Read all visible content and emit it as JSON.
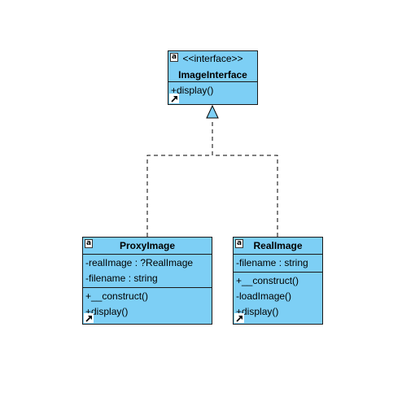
{
  "diagram": {
    "classes": {
      "interface": {
        "stereotype": "<<interface>>",
        "name": "ImageInterface",
        "attributes": [],
        "methods": [
          "+display()"
        ]
      },
      "proxy": {
        "name": "ProxyImage",
        "attributes": [
          "-realImage : ?RealImage",
          "-filename : string"
        ],
        "methods": [
          "+__construct()",
          "+display()"
        ]
      },
      "real": {
        "name": "RealImage",
        "attributes": [
          "-filename : string"
        ],
        "methods": [
          "+__construct()",
          "-loadImage()",
          "+display()"
        ]
      }
    },
    "relations": [
      {
        "from": "proxy",
        "to": "interface",
        "type": "realization"
      },
      {
        "from": "real",
        "to": "interface",
        "type": "realization"
      }
    ],
    "colors": {
      "class_fill": "#7dcff5",
      "border": "#1a1a1a",
      "edge": "#000000",
      "arrowhead_fill": "#7dcff5"
    },
    "icons": {
      "class_icon": "class-icon",
      "link_icon": "link-arrow-icon"
    }
  }
}
